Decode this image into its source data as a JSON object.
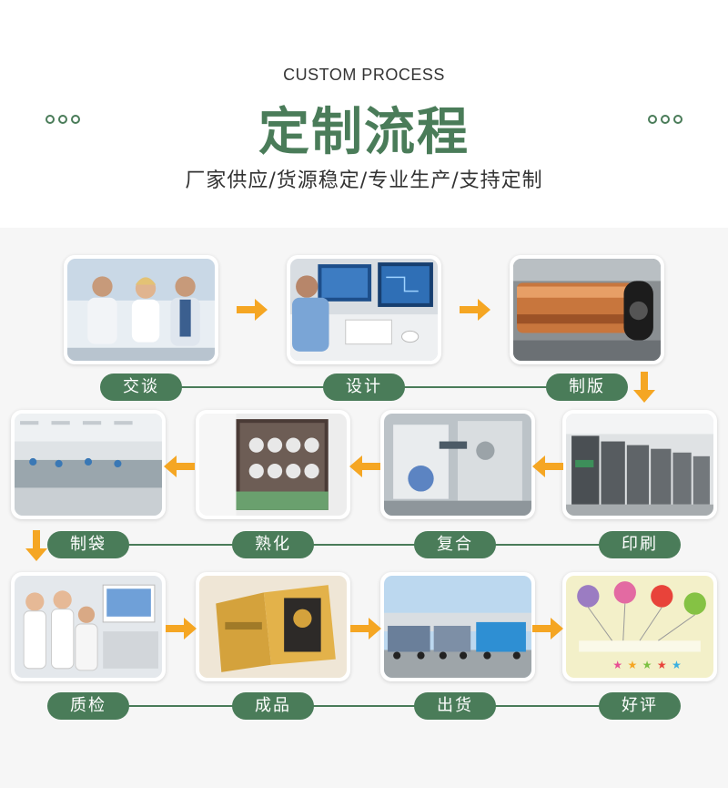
{
  "header": {
    "subtitle_en": "CUSTOM PROCESS",
    "title_cn": "定制流程",
    "tagline": "厂家供应/货源稳定/专业生产/支持定制"
  },
  "colors": {
    "accent": "#4a7c59",
    "arrow": "#f5a623"
  },
  "steps": [
    {
      "label": "交谈"
    },
    {
      "label": "设计"
    },
    {
      "label": "制版"
    },
    {
      "label": "印刷"
    },
    {
      "label": "复合"
    },
    {
      "label": "熟化"
    },
    {
      "label": "制袋"
    },
    {
      "label": "质检"
    },
    {
      "label": "成品"
    },
    {
      "label": "出货"
    },
    {
      "label": "好评"
    }
  ]
}
